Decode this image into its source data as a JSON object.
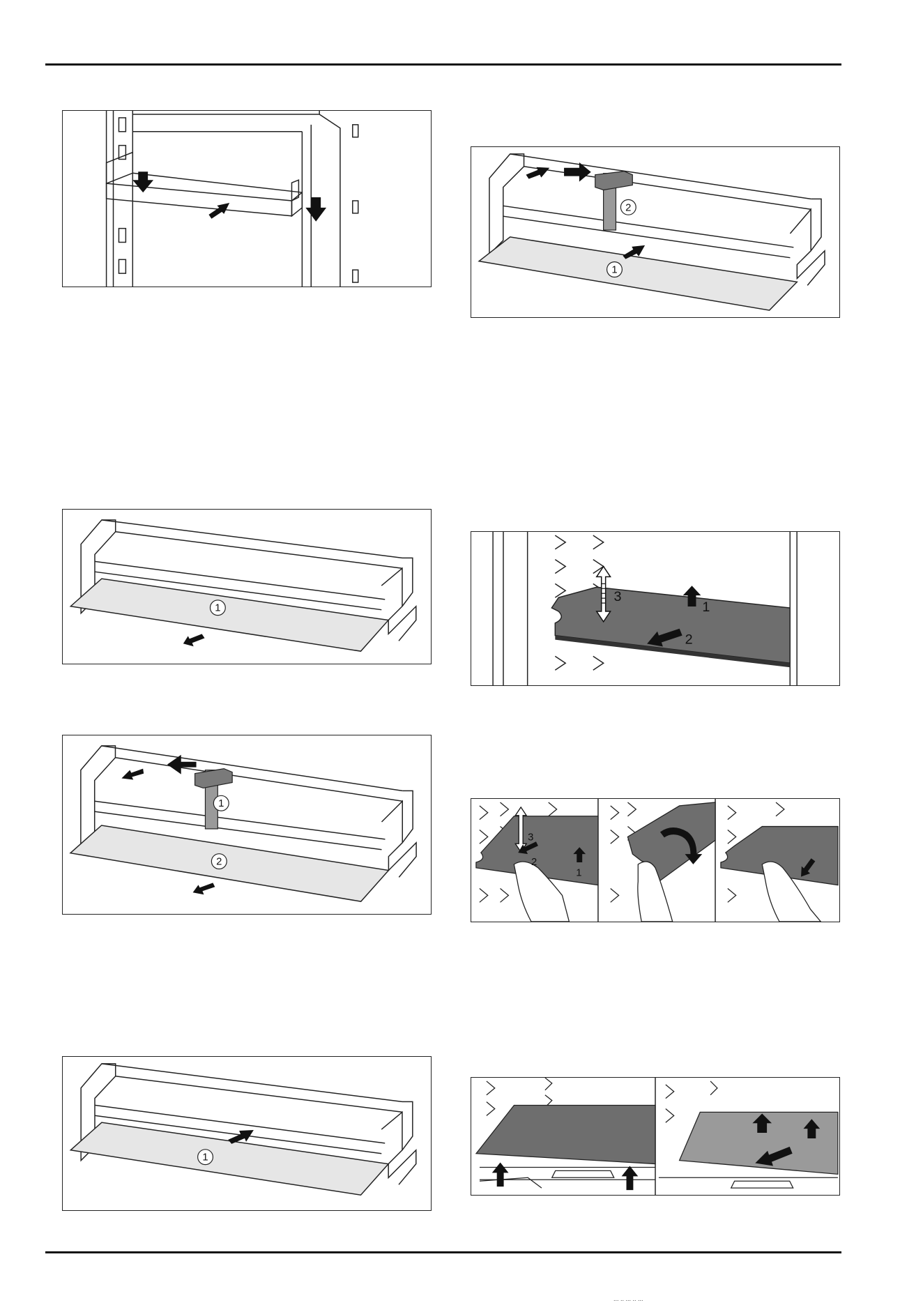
{
  "figures": {
    "fig1": {
      "callouts": []
    },
    "fig2": {
      "callouts": [
        "①",
        "②"
      ]
    },
    "fig3": {
      "callouts": [
        "①"
      ]
    },
    "fig4": {
      "callouts": [
        "3",
        "1",
        "2"
      ]
    },
    "fig5": {
      "callouts": [
        "①",
        "②"
      ]
    },
    "fig6": {
      "callouts": [
        "3",
        "2",
        "1"
      ]
    },
    "fig7": {
      "callouts": [
        "①"
      ]
    },
    "fig8": {
      "callouts": []
    }
  },
  "footer": {
    "text": "... .. ... .. ..."
  },
  "colors": {
    "shelf_dark": "#6e6e6e",
    "shelf_light": "#e6e6e6",
    "shelf_mid": "#9a9a9a",
    "line": "#222222"
  }
}
